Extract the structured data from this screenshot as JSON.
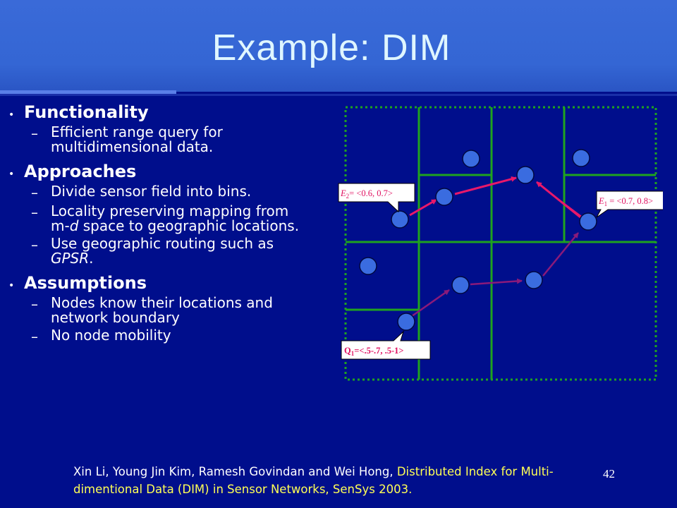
{
  "slide": {
    "title": "Example: DIM",
    "sections": [
      {
        "heading": "Functionality",
        "items": [
          "Efficient range query for multidimensional data."
        ]
      },
      {
        "heading": "Approaches",
        "items": [
          "Divide sensor field into bins.",
          "Locality preserving mapping from m-",
          "d",
          " space to geographic locations.",
          "Use geographic routing such as ",
          "GPSR",
          "."
        ]
      },
      {
        "heading": "Assumptions",
        "items": [
          "Nodes know their locations and network boundary",
          "No node mobility"
        ]
      }
    ],
    "diagram": {
      "label_e2": "E",
      "label_e2_sub": "2",
      "label_e2_value": "= <0.6, 0.7>",
      "label_e1": "E",
      "label_e1_sub": "1",
      "label_e1_value": " = <0.7, 0.8>",
      "label_q1": "Q",
      "label_q1_sub": "1",
      "label_q1_value": "=<.5-.7, .5-1>"
    },
    "citation_plain": "Xin Li, Young Jin Kim, Ramesh Govindan and Wei Hong, ",
    "citation_highlight": "Distributed Index for Multi-dimentional Data (DIM) in Sensor Networks, SenSys 2003.",
    "page_number": "42",
    "colors": {
      "background": "#000e8c",
      "header": "#3466d4",
      "grid": "#1fa31f",
      "node": "#3a6ce0",
      "arrow_red": "#e8186a",
      "arrow_purple": "#8a1a7a",
      "label_text": "#e01060",
      "highlight": "#ffff55"
    }
  }
}
